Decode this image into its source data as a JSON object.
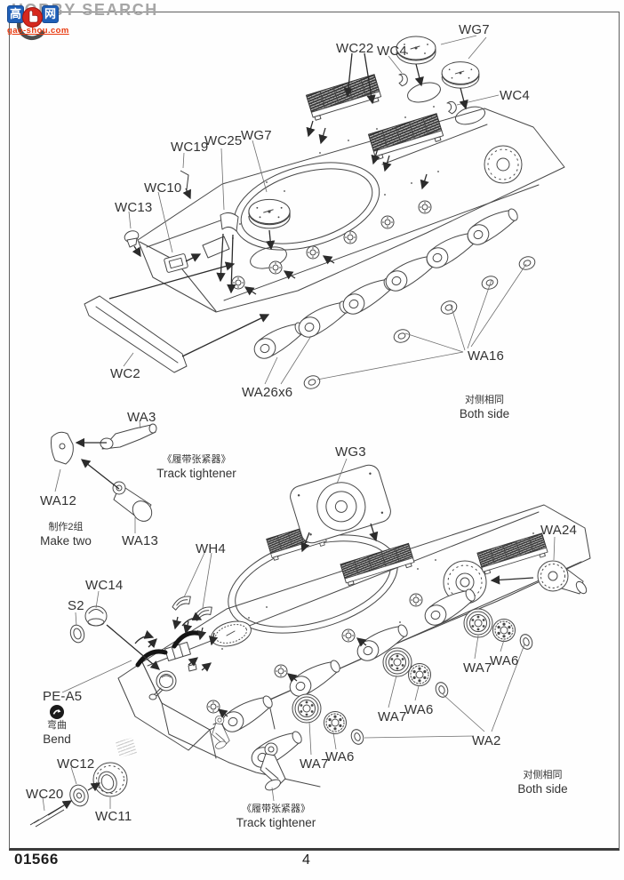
{
  "watermark": {
    "logo_left": "高",
    "logo_right": "网",
    "brand_text": "HOBBY SEARCH",
    "site_url": "gao-shou.com",
    "colors": {
      "blue": "#1f5fb7",
      "red": "#d6281e",
      "gray": "#a6a6a6",
      "orange_red": "#e8380d"
    }
  },
  "footer": {
    "kit_number": "01566",
    "page_number": "4"
  },
  "step1": {
    "labels": {
      "wg7": "WG7",
      "wc22": "WC22",
      "wc4": "WC4",
      "wc19": "WC19",
      "wc25": "WC25",
      "wc10": "WC10",
      "wc13": "WC13",
      "wc2": "WC2",
      "wa26": "WA26x6",
      "wa16": "WA16"
    },
    "note": {
      "cn": "对侧相同",
      "en": "Both side"
    }
  },
  "step2": {
    "labels": {
      "wa3": "WA3",
      "wa12": "WA12",
      "wa13": "WA13",
      "wg3": "WG3",
      "wh4": "WH4",
      "wa24": "WA24",
      "wc14": "WC14",
      "s2": "S2",
      "pe_a5": "PE-A5",
      "wc12": "WC12",
      "wc20": "WC20",
      "wc11": "WC11",
      "wa7": "WA7",
      "wa6": "WA6",
      "wa2": "WA2"
    },
    "notes": {
      "tightener_cn": "《履带张紧器》",
      "tightener_en": "Track tightener",
      "make_cn": "制作2组",
      "make_en": "Make two",
      "bend_cn": "弯曲",
      "bend_en": "Bend",
      "side_cn": "对侧相同",
      "side_en": "Both side"
    }
  }
}
